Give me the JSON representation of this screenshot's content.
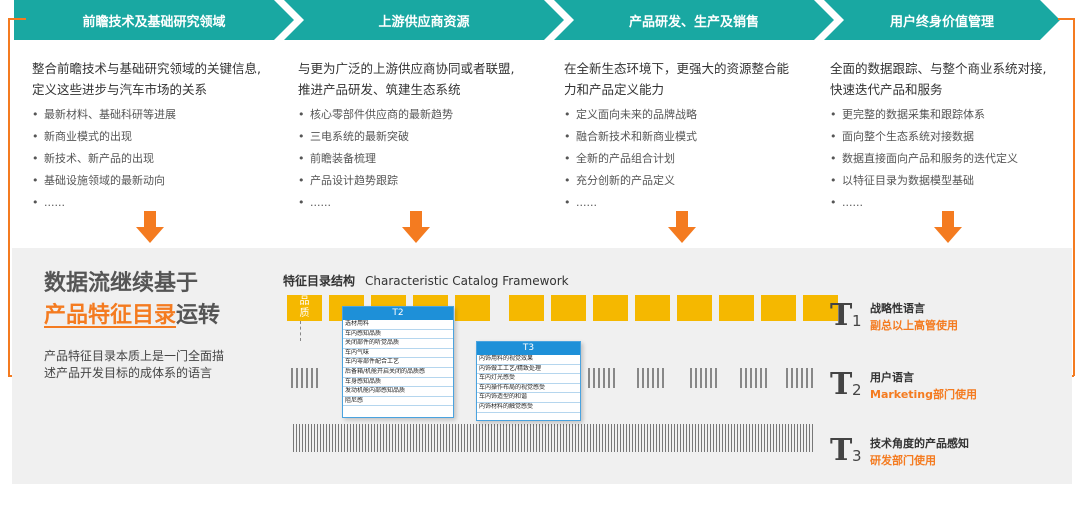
{
  "header": {
    "steps": [
      "前瞻技术及基础研究领域",
      "上游供应商资源",
      "产品研发、生产及销售",
      "用户终身价值管理"
    ]
  },
  "columns": [
    {
      "lead": [
        "整合前瞻技术与基础研究领域的关键信息,",
        "定义这些进步与汽车市场的关系"
      ],
      "items": [
        "最新材料、基础科研等进展",
        "新商业模式的出现",
        "新技术、新产品的出现",
        "基础设施领域的最新动向",
        "......"
      ]
    },
    {
      "lead": [
        "与更为广泛的上游供应商协同或者联盟,",
        "推进产品研发、筑建生态系统"
      ],
      "items": [
        "核心零部件供应商的最新趋势",
        "三电系统的最新突破",
        "前瞻装备梳理",
        "产品设计趋势跟踪",
        "......"
      ]
    },
    {
      "lead": [
        "在全新生态环境下，更强大的资源整合能",
        "力和产品定义能力"
      ],
      "items": [
        "定义面向未来的品牌战略",
        "融合新技术和新商业模式",
        "全新的产品组合计划",
        "充分创新的产品定义",
        "......"
      ]
    },
    {
      "lead": [
        "全面的数据跟踪、与整个商业系统对接,",
        "快速迭代产品和服务"
      ],
      "items": [
        "更完整的数据采集和跟踪体系",
        "面向整个生态系统对接数据",
        "数据直接面向产品和服务的迭代定义",
        "以特征目录为数据模型基础",
        "......"
      ]
    }
  ],
  "summary": {
    "title_line1": "数据流继续基于",
    "title_highlight": "产品特征目录",
    "title_suffix": "运转",
    "description": "产品特征目录本质上是一门全面描述产品开发目标的成体系的语言"
  },
  "framework": {
    "title_cn": "特征目录结构",
    "title_en": "Characteristic Catalog Framework",
    "first_box": [
      "品",
      "质"
    ],
    "t2_panel": {
      "header": "T2",
      "rows": [
        "选材用料",
        "车内感知品质",
        "关闭部件的听觉品质",
        "车内气味",
        "车内零部件配合工艺",
        "后备箱/机舱开启关闭的品质感",
        "车身感知品质",
        "发动机舱内部感知品质",
        "阻尼感"
      ]
    },
    "t3_panel": {
      "header": "T3",
      "rows": [
        "内饰用料的视觉效果",
        "内饰做工工艺/精致处理",
        "车内灯光感受",
        "车内操作布局的视觉感受",
        "车内饰造型的和谐",
        "内饰材料的触觉感受"
      ]
    }
  },
  "tiers": [
    {
      "symbol": "T",
      "number": "1",
      "label": "战略性语言",
      "audience": "副总以上高管使用"
    },
    {
      "symbol": "T",
      "number": "2",
      "label": "用户语言",
      "audience": "Marketing部门使用"
    },
    {
      "symbol": "T",
      "number": "3",
      "label": "技术角度的产品感知",
      "audience": "研发部门使用"
    }
  ],
  "colors": {
    "teal": "#19a8a2",
    "orange": "#f47b20",
    "yellow": "#f5b800",
    "blue": "#1e90d8"
  }
}
